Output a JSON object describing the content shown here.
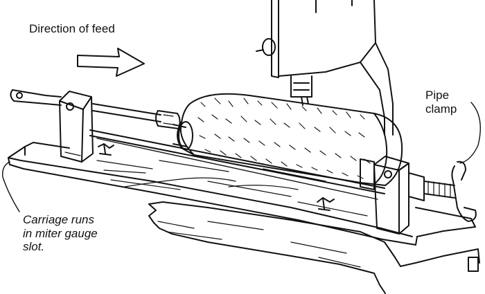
{
  "labels": {
    "feed": "Direction of feed",
    "pipe_line1": "Pipe",
    "pipe_line2": "clamp",
    "carriage_line1": "Carriage runs",
    "carriage_line2": "in miter gauge",
    "carriage_line3": "slot."
  },
  "colors": {
    "ink": "#111111",
    "paper": "#ffffff"
  }
}
